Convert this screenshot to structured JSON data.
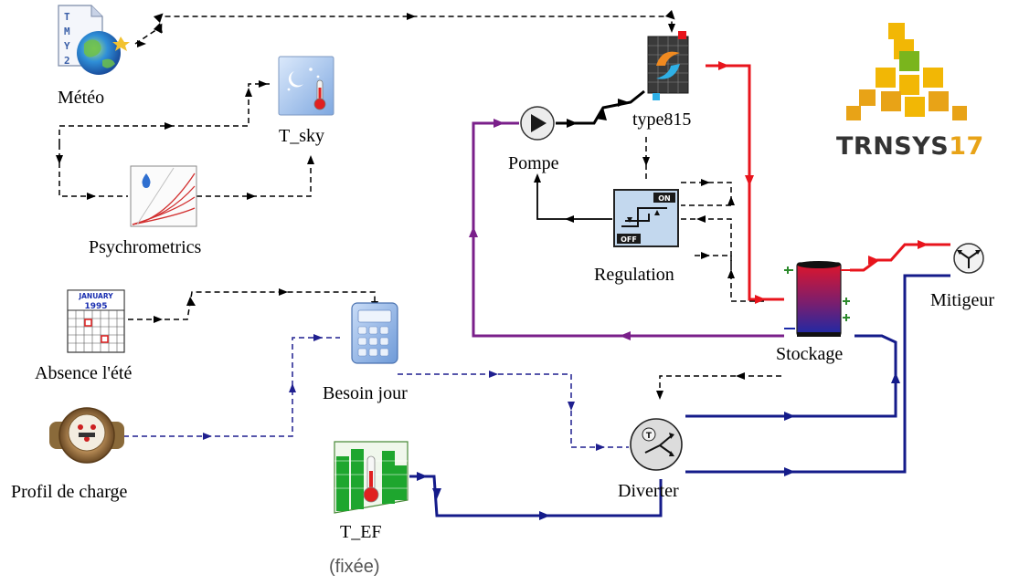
{
  "labels": {
    "meteo": "Météo",
    "tsky": "T_sky",
    "psychro": "Psychrometrics",
    "absence": "Absence l'été",
    "profil": "Profil de charge",
    "besoin": "Besoin jour",
    "tef": "T_EF",
    "tef_note": "(fixée)",
    "pompe": "Pompe",
    "type815": "type815",
    "regulation": "Regulation",
    "stockage": "Stockage",
    "mitigeur": "Mitigeur",
    "diverter": "Diverter"
  },
  "icons": {
    "tmy2_tag": "T M Y 2",
    "calendar_month": "JANUARY",
    "calendar_year": "1995",
    "regulation_on": "ON",
    "regulation_off": "OFF",
    "diverter_tag": "T"
  },
  "logo": {
    "text": "TRNSYS",
    "version": "17"
  },
  "colors": {
    "control_link": "#000000",
    "load_link": "#1f1f8f",
    "hot_loop": "#e8141c",
    "cold_return": "#7a1f8a",
    "cold_water": "#141b8a",
    "logo_yellow": "#f2b705",
    "logo_green": "#7ab51d"
  }
}
